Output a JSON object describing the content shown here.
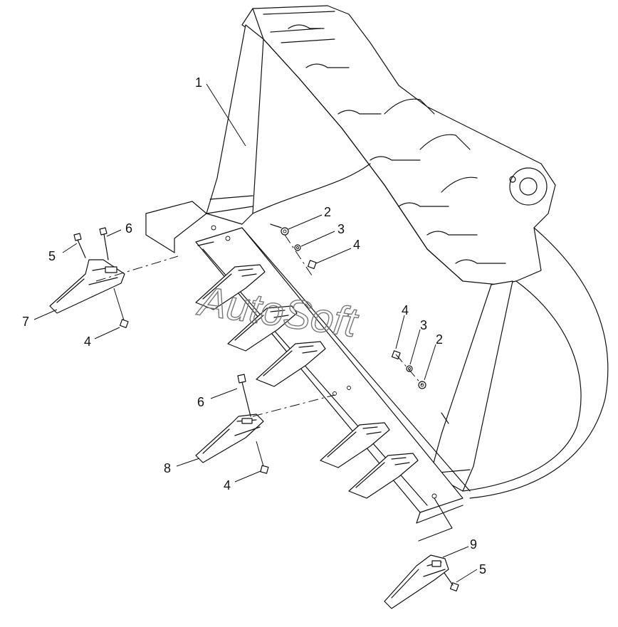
{
  "diagram": {
    "watermark": "AutoSoft",
    "callouts": [
      "1",
      "2",
      "3",
      "4",
      "5",
      "6",
      "7",
      "8",
      "9"
    ]
  }
}
